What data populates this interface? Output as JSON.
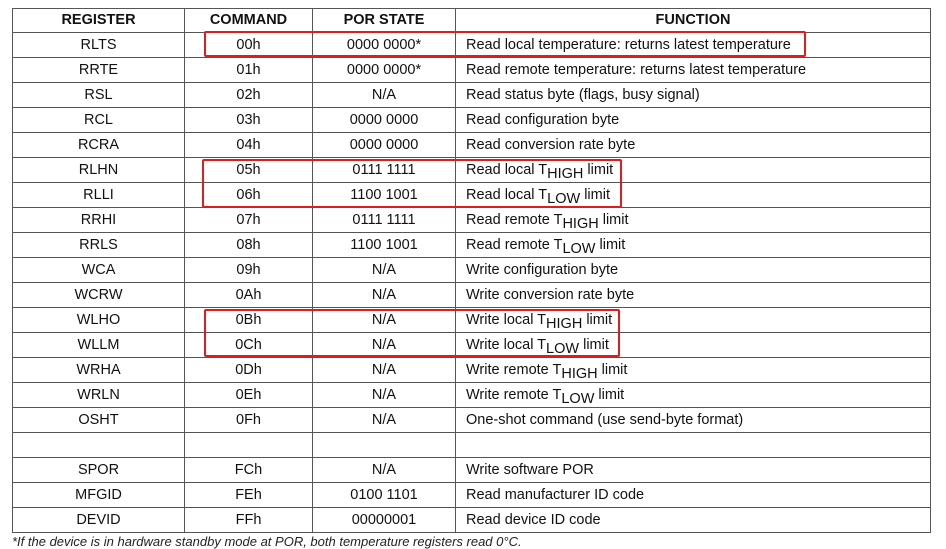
{
  "headers": [
    "REGISTER",
    "COMMAND",
    "POR STATE",
    "FUNCTION"
  ],
  "rows": [
    {
      "register": "RLTS",
      "command": "00h",
      "por": "0000 0000*",
      "fn": "Read local temperature: returns latest temperature",
      "fn_sub": "",
      "fn_tail": ""
    },
    {
      "register": "RRTE",
      "command": "01h",
      "por": "0000 0000*",
      "fn": "Read remote temperature: returns latest temperature",
      "fn_sub": "",
      "fn_tail": ""
    },
    {
      "register": "RSL",
      "command": "02h",
      "por": "N/A",
      "fn": "Read status byte (flags, busy signal)",
      "fn_sub": "",
      "fn_tail": ""
    },
    {
      "register": "RCL",
      "command": "03h",
      "por": "0000 0000",
      "fn": "Read configuration byte",
      "fn_sub": "",
      "fn_tail": ""
    },
    {
      "register": "RCRA",
      "command": "04h",
      "por": "0000 0000",
      "fn": "Read conversion rate byte",
      "fn_sub": "",
      "fn_tail": ""
    },
    {
      "register": "RLHN",
      "command": "05h",
      "por": "0111 1111",
      "fn": "Read local T",
      "fn_sub": "HIGH",
      "fn_tail": " limit"
    },
    {
      "register": "RLLI",
      "command": "06h",
      "por": "1100 1001",
      "fn": "Read local T",
      "fn_sub": "LOW",
      "fn_tail": " limit"
    },
    {
      "register": "RRHI",
      "command": "07h",
      "por": "0111 1111",
      "fn": "Read remote T",
      "fn_sub": "HIGH",
      "fn_tail": " limit"
    },
    {
      "register": "RRLS",
      "command": "08h",
      "por": "1100 1001",
      "fn": "Read remote T",
      "fn_sub": "LOW",
      "fn_tail": " limit"
    },
    {
      "register": "WCA",
      "command": "09h",
      "por": "N/A",
      "fn": "Write configuration byte",
      "fn_sub": "",
      "fn_tail": ""
    },
    {
      "register": "WCRW",
      "command": "0Ah",
      "por": "N/A",
      "fn": "Write conversion rate byte",
      "fn_sub": "",
      "fn_tail": ""
    },
    {
      "register": "WLHO",
      "command": "0Bh",
      "por": "N/A",
      "fn": "Write local T",
      "fn_sub": "HIGH",
      "fn_tail": " limit"
    },
    {
      "register": "WLLM",
      "command": "0Ch",
      "por": "N/A",
      "fn": "Write local T",
      "fn_sub": "LOW",
      "fn_tail": " limit"
    },
    {
      "register": "WRHA",
      "command": "0Dh",
      "por": "N/A",
      "fn": "Write remote T",
      "fn_sub": "HIGH",
      "fn_tail": " limit"
    },
    {
      "register": "WRLN",
      "command": "0Eh",
      "por": "N/A",
      "fn": "Write remote T",
      "fn_sub": "LOW",
      "fn_tail": " limit"
    },
    {
      "register": "OSHT",
      "command": "0Fh",
      "por": "N/A",
      "fn": "One-shot command (use send-byte format)",
      "fn_sub": "",
      "fn_tail": ""
    },
    {
      "register": "",
      "command": "",
      "por": "",
      "fn": "",
      "fn_sub": "",
      "fn_tail": ""
    },
    {
      "register": "SPOR",
      "command": "FCh",
      "por": "N/A",
      "fn": "Write software POR",
      "fn_sub": "",
      "fn_tail": ""
    },
    {
      "register": "MFGID",
      "command": "FEh",
      "por": "0100 1101",
      "fn": "Read manufacturer ID code",
      "fn_sub": "",
      "fn_tail": ""
    },
    {
      "register": "DEVID",
      "command": "FFh",
      "por": "00000001",
      "fn": "Read device ID code",
      "fn_sub": "",
      "fn_tail": ""
    }
  ],
  "highlight_color": "#e21b1b",
  "footnote": "*If the device is in hardware standby mode at POR, both temperature registers read 0°C."
}
